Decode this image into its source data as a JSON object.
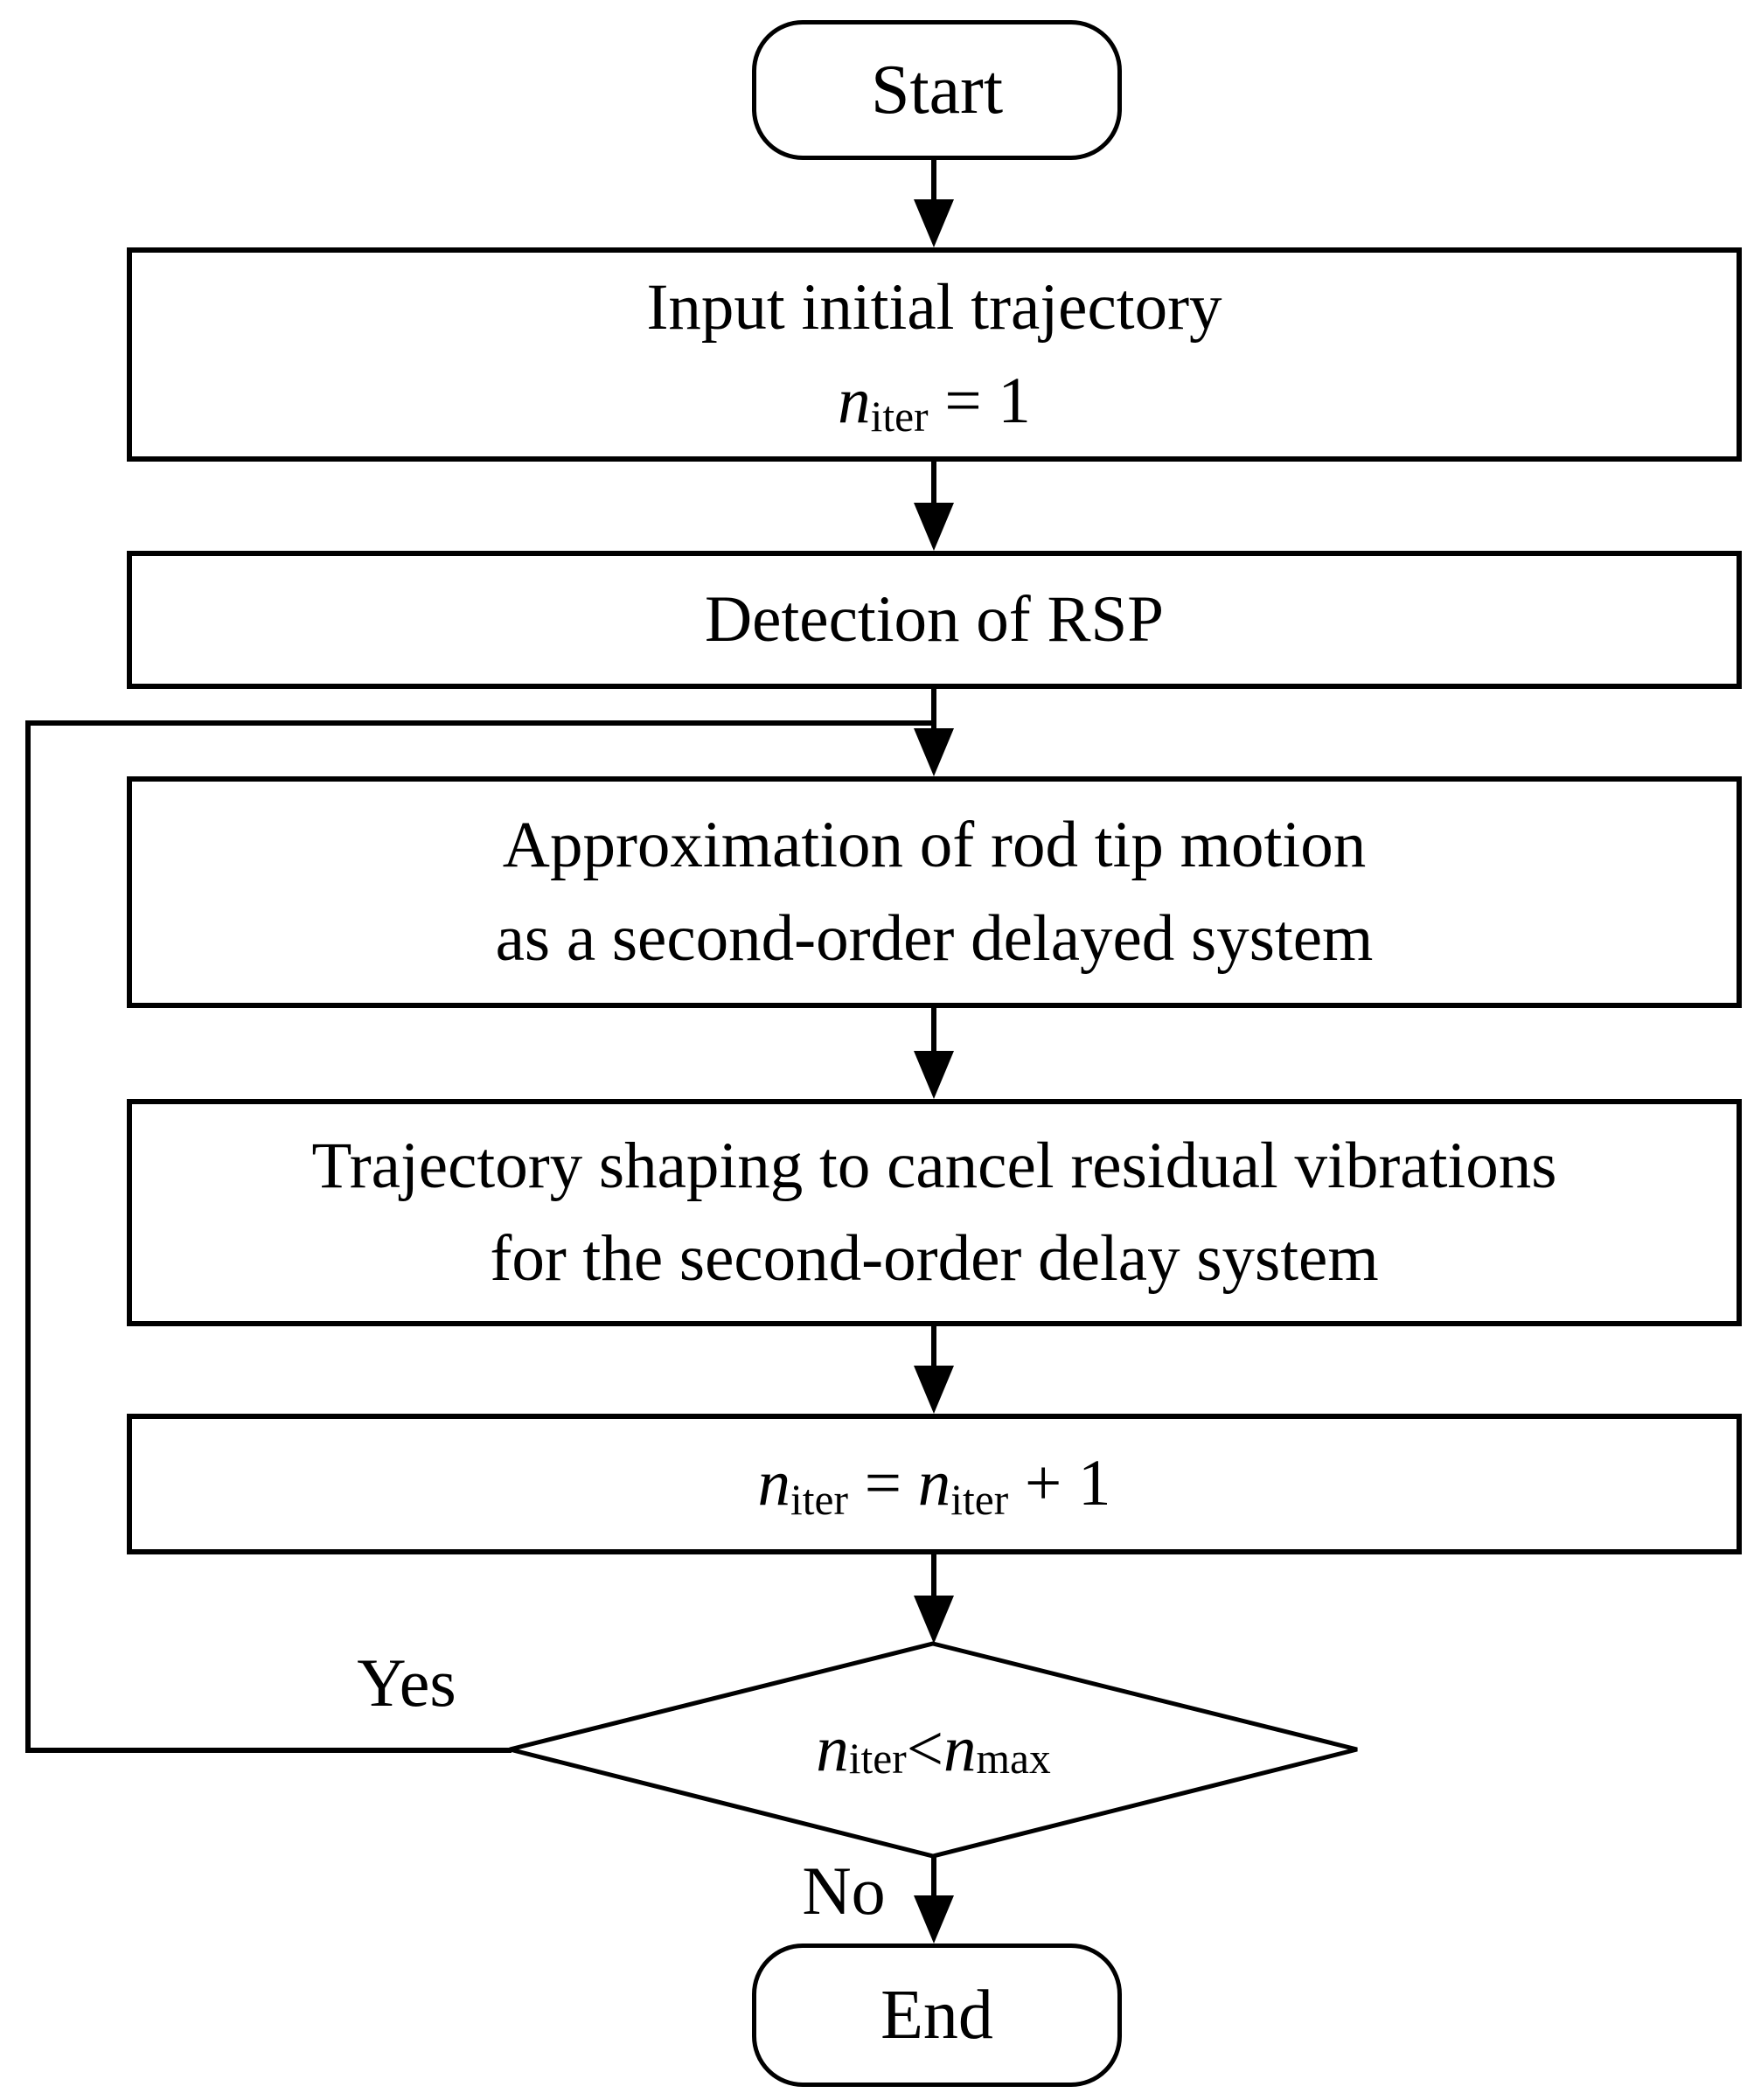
{
  "colors": {
    "stroke": "#000000",
    "fill": "#ffffff",
    "text": "#000000"
  },
  "nodes": {
    "start": {
      "type": "terminator",
      "label": "Start"
    },
    "input": {
      "type": "process",
      "lines": [
        [
          {
            "k": "t",
            "v": "Input initial trajectory"
          }
        ],
        [
          {
            "k": "i",
            "v": "n"
          },
          {
            "k": "s",
            "v": "iter"
          },
          {
            "k": "t",
            "v": " = 1"
          }
        ]
      ]
    },
    "detection": {
      "type": "process",
      "lines": [
        [
          {
            "k": "t",
            "v": "Detection of RSP"
          }
        ]
      ]
    },
    "approximation": {
      "type": "process",
      "lines": [
        [
          {
            "k": "t",
            "v": "Approximation of rod tip motion"
          }
        ],
        [
          {
            "k": "t",
            "v": "as a second-order delayed system"
          }
        ]
      ]
    },
    "shaping": {
      "type": "process",
      "lines": [
        [
          {
            "k": "t",
            "v": "Trajectory shaping to cancel residual vibrations"
          }
        ],
        [
          {
            "k": "t",
            "v": "for the second-order delay system"
          }
        ]
      ]
    },
    "increment": {
      "type": "process",
      "lines": [
        [
          {
            "k": "i",
            "v": "n"
          },
          {
            "k": "s",
            "v": "iter"
          },
          {
            "k": "t",
            "v": " = "
          },
          {
            "k": "i",
            "v": "n"
          },
          {
            "k": "s",
            "v": "iter"
          },
          {
            "k": "t",
            "v": " + 1"
          }
        ]
      ]
    },
    "decision": {
      "type": "decision",
      "lines": [
        [
          {
            "k": "i",
            "v": "n"
          },
          {
            "k": "s",
            "v": "iter"
          },
          {
            "k": "t",
            "v": " < "
          },
          {
            "k": "i",
            "v": "n"
          },
          {
            "k": "s",
            "v": "max"
          }
        ]
      ]
    },
    "end": {
      "type": "terminator",
      "label": "End"
    }
  },
  "edge_labels": {
    "yes": "Yes",
    "no": "No"
  }
}
